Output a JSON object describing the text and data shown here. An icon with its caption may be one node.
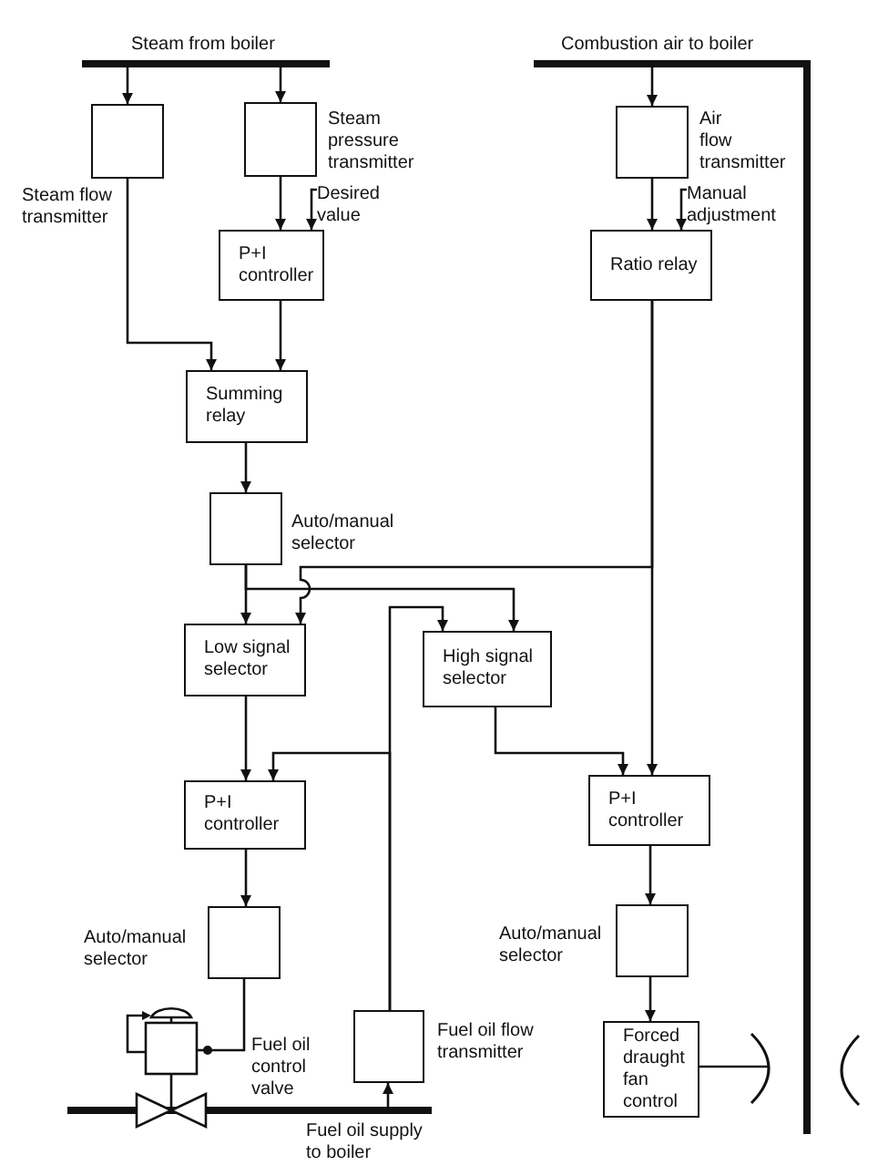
{
  "diagram": {
    "nodes": [
      {
        "text": [],
        "shape": "bar",
        "beside": [
          "Steam from boiler"
        ]
      },
      {
        "text": [],
        "shape": "bar",
        "beside": [
          "Combustion air to boiler"
        ]
      },
      {
        "text": [],
        "shape": "box",
        "beside": [
          "Steam flow transmitter"
        ]
      },
      {
        "text": [],
        "shape": "box",
        "beside": [
          "Steam pressure transmitter"
        ]
      },
      {
        "text": [],
        "shape": "box",
        "beside": [
          "Air flow transmitter"
        ]
      },
      {
        "text": [
          "Desired value"
        ]
      },
      {
        "text": [
          "Manual adjustment"
        ]
      },
      {
        "text": [
          "P+I controller"
        ]
      },
      {
        "text": [
          "Ratio relay"
        ]
      },
      {
        "text": [
          "Summing relay"
        ]
      },
      {
        "text": [],
        "shape": "box",
        "beside": [
          "Auto/manual selector"
        ]
      },
      {
        "text": [
          "Low signal selector"
        ]
      },
      {
        "text": [
          "High signal selector"
        ]
      },
      {
        "text": [
          "P+I controller"
        ]
      },
      {
        "text": [
          "P+I controller"
        ]
      },
      {
        "text": [],
        "shape": "box",
        "beside": [
          "Auto/manual selector"
        ]
      },
      {
        "text": [],
        "shape": "box",
        "beside": [
          "Auto/manual selector"
        ]
      },
      {
        "text": [],
        "shape": "picture"
      },
      {
        "text": [],
        "shape": "box",
        "beside": [
          "Fuel oil flow transmitter"
        ]
      },
      {
        "text": [
          "Forced draught fan control"
        ]
      },
      {
        "text": [],
        "shape": "arc"
      },
      {
        "text": [],
        "shape": "bar",
        "beside": [
          "Fuel oil supply to boiler"
        ]
      }
    ],
    "edges": [
      {
        "from": 0,
        "to": 2,
        "arrow": "to"
      },
      {
        "from": 0,
        "to": 3,
        "arrow": "to"
      },
      {
        "from": 1,
        "to": 4,
        "arrow": "to"
      },
      {
        "from": 3,
        "to": 7,
        "arrow": "to"
      },
      {
        "from": 5,
        "to": 7,
        "arrow": "to"
      },
      {
        "from": 4,
        "to": 8,
        "arrow": "to"
      },
      {
        "from": 6,
        "to": 8,
        "arrow": "to"
      },
      {
        "from": 2,
        "to": 9,
        "arrow": "to"
      },
      {
        "from": 7,
        "to": 9,
        "arrow": "to"
      },
      {
        "from": 9,
        "to": 10,
        "arrow": "to"
      },
      {
        "from": 10,
        "to": 11,
        "arrow": "to"
      },
      {
        "from": 10,
        "to": 12,
        "arrow": "to"
      },
      {
        "from": 8,
        "to": 14,
        "arrow": "to"
      },
      {
        "from": 8,
        "to": 11,
        "arrow": "to"
      },
      {
        "from": 18,
        "to": 12,
        "arrow": "to"
      },
      {
        "from": 18,
        "to": 13,
        "arrow": "to"
      },
      {
        "from": 11,
        "to": 13,
        "arrow": "to"
      },
      {
        "from": 12,
        "to": 14,
        "arrow": "to"
      },
      {
        "from": 13,
        "to": 15,
        "arrow": "to"
      },
      {
        "from": 14,
        "to": 16,
        "arrow": "to"
      },
      {
        "from": 15,
        "to": 17,
        "arrow": "other"
      },
      {
        "from": 16,
        "to": 19,
        "arrow": "to"
      },
      {
        "from": 19,
        "to": 20,
        "arrow": "none"
      },
      {
        "from": 21,
        "to": 18,
        "arrow": "to"
      }
    ],
    "labels": [
      "Fuel oil control valve"
    ]
  }
}
